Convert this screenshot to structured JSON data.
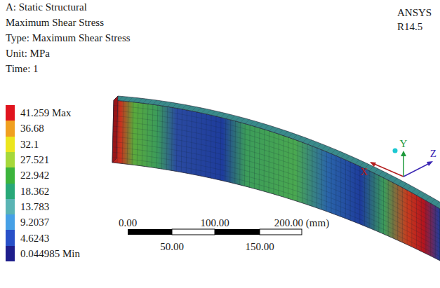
{
  "diagram": {
    "title": "A: Static Structural",
    "labels": [
      "Maximum Shear Stress",
      "Type: Maximum Shear Stress",
      "Unit: MPa",
      "Time: 1",
      "ANSYS",
      "R14.5",
      "0.00",
      "100.00",
      "200.00 (mm)",
      "50.00",
      "150.00",
      "X",
      "Y",
      "Z"
    ],
    "legend": [
      {
        "text": "41.259 Max",
        "color": "#e0141e"
      },
      {
        "text": "36.68",
        "color": "#f0a020"
      },
      {
        "text": "32.1",
        "color": "#ece61e"
      },
      {
        "text": "27.521",
        "color": "#a6d83a"
      },
      {
        "text": "22.942",
        "color": "#3cb43c"
      },
      {
        "text": "18.362",
        "color": "#28a878"
      },
      {
        "text": "13.783",
        "color": "#5ab4b4"
      },
      {
        "text": "9.2037",
        "color": "#46a0e6"
      },
      {
        "text": "4.6243",
        "color": "#2850c8"
      },
      {
        "text": "0.044985 Min",
        "color": "#1e1e8c"
      }
    ]
  }
}
